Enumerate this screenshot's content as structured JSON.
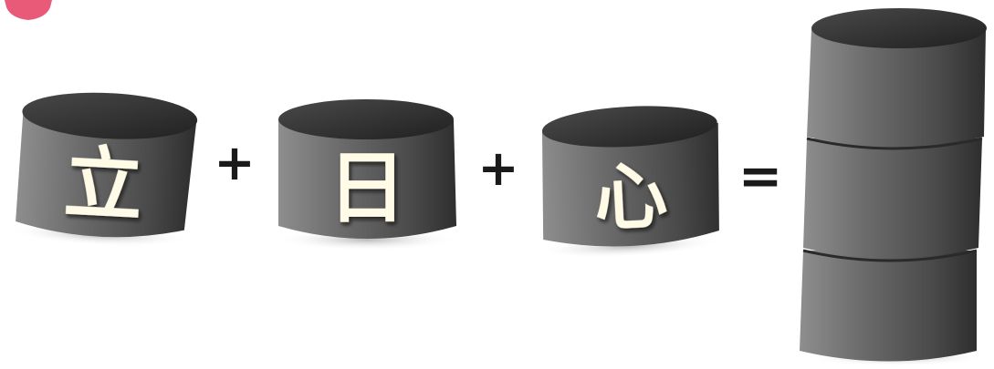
{
  "components": [
    {
      "char": "立"
    },
    {
      "char": "日"
    },
    {
      "char": "心"
    }
  ],
  "operators": {
    "plus": "+",
    "equals": "="
  },
  "colors": {
    "cylinder_dark": "#3c3c3c",
    "cylinder_mid": "#6a6a6a",
    "cylinder_light": "#9a9a9a",
    "glyph_fill": "#fffbe6",
    "glyph_shadow": "#1a1a1a",
    "operator": "#1a1a1a",
    "corner_badge": "#e85a78"
  }
}
